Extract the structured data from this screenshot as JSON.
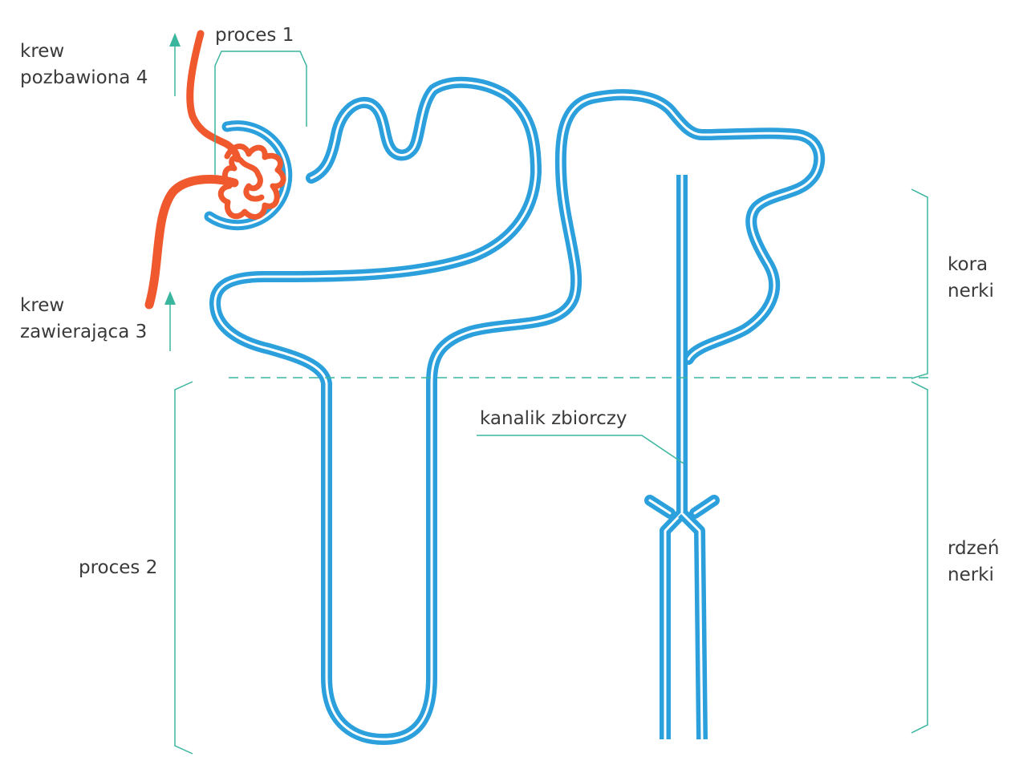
{
  "labels": {
    "blood_out": {
      "line1": "krew",
      "line2": "pozbawiona 4"
    },
    "blood_in": {
      "line1": "krew",
      "line2": "zawierająca 3"
    },
    "process1": "proces 1",
    "process2": "proces 2",
    "collecting_duct": "kanalik zbiorczy",
    "cortex": {
      "line1": "kora",
      "line2": "nerki"
    },
    "medulla": {
      "line1": "rdzeń",
      "line2": "nerki"
    }
  },
  "colors": {
    "tubule": "#2ba0dc",
    "blood_vessel": "#f0582d",
    "annotation": "#3ab59e",
    "text": "#3a3a3a",
    "background": "#ffffff"
  }
}
